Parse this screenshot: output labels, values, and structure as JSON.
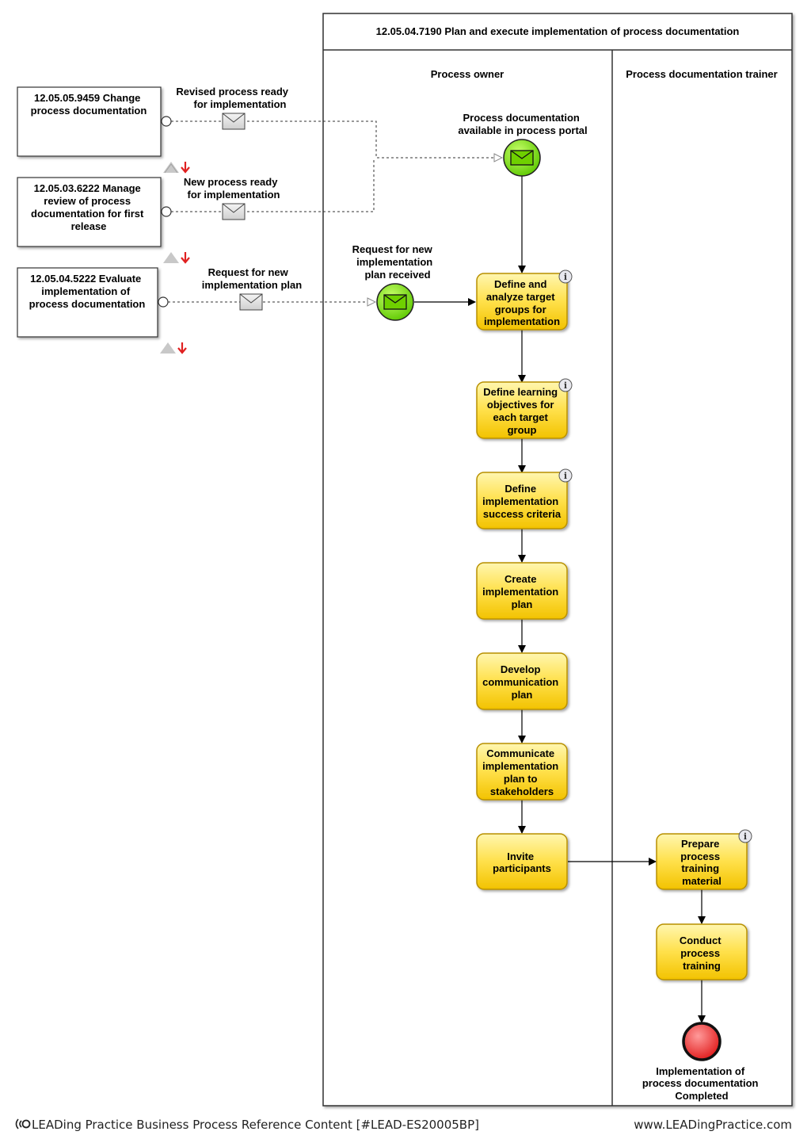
{
  "pool": {
    "title": "12.05.04.7190 Plan and execute implementation of process documentation",
    "lanes": [
      "Process owner",
      "Process documentation trainer"
    ]
  },
  "external_processes": [
    {
      "lines": [
        "12.05.05.9459 Change",
        "process documentation"
      ]
    },
    {
      "lines": [
        "12.05.03.6222 Manage",
        "review of process",
        "documentation for first",
        "release"
      ]
    },
    {
      "lines": [
        "12.05.04.5222 Evaluate",
        "implementation of",
        "process documentation"
      ]
    }
  ],
  "messages": [
    {
      "lines": [
        "Revised process ready",
        "for implementation"
      ]
    },
    {
      "lines": [
        "New process ready",
        "for implementation"
      ]
    },
    {
      "lines": [
        "Request for new",
        "implementation plan"
      ]
    }
  ],
  "events": [
    {
      "type": "start-message",
      "lines": [
        "Process documentation",
        "available in process portal"
      ]
    },
    {
      "type": "start-message",
      "lines": [
        "Request for new",
        "implementation",
        "plan received"
      ]
    },
    {
      "type": "end",
      "lines": [
        "Implementation of",
        "process documentation",
        "Completed"
      ]
    }
  ],
  "tasks": [
    {
      "lines": [
        "Define and",
        "analyze target",
        "groups for",
        "implementation"
      ],
      "info": true
    },
    {
      "lines": [
        "Define learning",
        "objectives for",
        "each target",
        "group"
      ],
      "info": true
    },
    {
      "lines": [
        "Define",
        "implementation",
        "success criteria"
      ],
      "info": true
    },
    {
      "lines": [
        "Create",
        "implementation",
        "plan"
      ],
      "info": false
    },
    {
      "lines": [
        "Develop",
        "communication",
        "plan"
      ],
      "info": false
    },
    {
      "lines": [
        "Communicate",
        "implementation",
        "plan to",
        "stakeholders"
      ],
      "info": false
    },
    {
      "lines": [
        "Invite",
        "participants"
      ],
      "info": false
    },
    {
      "lines": [
        "Prepare",
        "process",
        "training",
        "material"
      ],
      "info": true
    },
    {
      "lines": [
        "Conduct",
        "process",
        "training"
      ],
      "info": false
    }
  ],
  "footer": {
    "logo": "LEADing Practice",
    "left": "LEADing Practice Business Process Reference Content [#LEAD-ES20005BP]",
    "right": "www.LEADingPractice.com"
  },
  "colors": {
    "task_fill_top": "#ffe86a",
    "task_fill_bottom": "#f4c400",
    "task_stroke": "#b89000",
    "start_event": "#7ee000",
    "end_event": "#f03030",
    "marker_red": "#e02020"
  }
}
